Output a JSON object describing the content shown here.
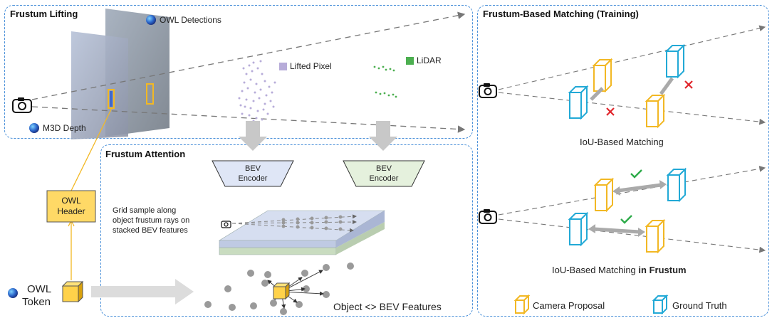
{
  "panels": {
    "frustum_lifting": "Frustum Lifting",
    "frustum_attention": "Frustum Attention",
    "frustum_matching": "Frustum-Based Matching (Training)"
  },
  "labels": {
    "owl_detections": "OWL Detections",
    "m3d_depth": "M3D Depth",
    "lifted_pixel": "Lifted Pixel",
    "lidar": "LiDAR",
    "bev_encoder_1": "BEV Encoder",
    "bev_encoder_2": "BEV Encoder",
    "owl_header": "OWL Header",
    "owl_token_1": "OWL",
    "owl_token_2": "Token",
    "grid_sample_1": "Grid sample along",
    "grid_sample_2": "object frustum rays on",
    "grid_sample_3": "stacked BEV features",
    "object_bev": "Object <> BEV Features",
    "iou_matching": "IoU-Based Matching",
    "iou_matching_frustum_prefix": "IoU-Based Matching ",
    "iou_matching_frustum_bold": "in Frustum",
    "camera_proposal": "Camera Proposal",
    "ground_truth": "Ground Truth"
  },
  "colors": {
    "panel_border": "#4a90d9",
    "proposal": "#f2b824",
    "ground_truth": "#22a9d6",
    "lidar": "#4caf50",
    "lifted_pixel": "#b7acd9",
    "cross": "#e0252b",
    "check": "#2eab4a",
    "owl_header_fill": "#ffd966"
  },
  "icons": [
    "camera-icon",
    "globe-icon",
    "cube-icon",
    "check-icon",
    "cross-icon"
  ]
}
